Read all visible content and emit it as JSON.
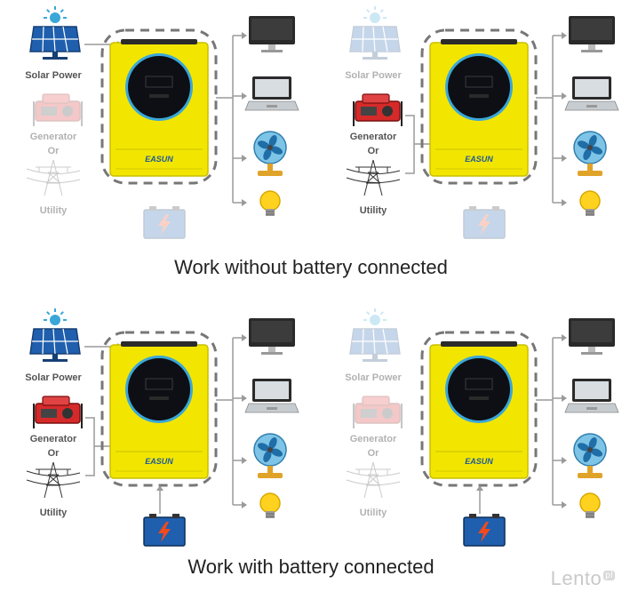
{
  "panels": [
    {
      "id": "p1",
      "sources": {
        "solar": true,
        "generator": false,
        "utility": false
      },
      "battery_connected": false,
      "labels": {
        "solar": "Solar Power",
        "generator": "Generator",
        "or": "Or",
        "utility": "Utility"
      },
      "brand": "EASUN"
    },
    {
      "id": "p2",
      "sources": {
        "solar": false,
        "generator": true,
        "utility": true
      },
      "battery_connected": false,
      "labels": {
        "solar": "Solar Power",
        "generator": "Generator",
        "or": "Or",
        "utility": "Utility"
      },
      "brand": "EASUN"
    },
    {
      "id": "p3",
      "sources": {
        "solar": true,
        "generator": true,
        "utility": true
      },
      "battery_connected": true,
      "labels": {
        "solar": "Solar Power",
        "generator": "Generator",
        "or": "Or",
        "utility": "Utility"
      },
      "brand": "EASUN"
    },
    {
      "id": "p4",
      "sources": {
        "solar": false,
        "generator": false,
        "utility": false
      },
      "battery_connected": true,
      "labels": {
        "solar": "Solar Power",
        "generator": "Generator",
        "or": "Or",
        "utility": "Utility"
      },
      "brand": "EASUN"
    }
  ],
  "captions": {
    "without_battery": "Work without battery connected",
    "with_battery": "Work with battery connected"
  },
  "loads": [
    "monitor-icon",
    "laptop-icon",
    "fan-icon",
    "bulb-icon"
  ],
  "colors": {
    "inverter": "#f2e600",
    "inverter_dark": "#c9bf00",
    "screen": "#0d0f14",
    "ring": "#3aa7d8",
    "panel": "#1f5fae",
    "battery": "#1f5fae",
    "lightning": "#f04a1e",
    "generator": "#d62a2a",
    "wire": "#9a9a9a",
    "dash": "#777777"
  },
  "watermark": {
    "text": "Lento",
    "suffix": "pl"
  }
}
